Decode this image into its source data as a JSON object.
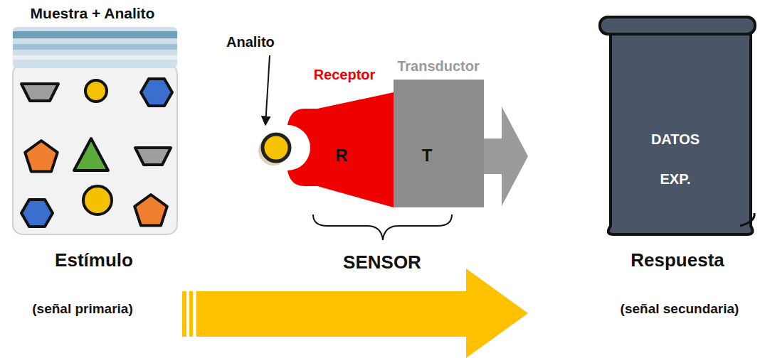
{
  "diagram": {
    "nodes": [
      {
        "text": [
          "Muestra + Analito"
        ]
      },
      {
        "text": [
          "Receptor",
          "R"
        ]
      },
      {
        "text": [
          "Transductor",
          "T"
        ]
      },
      {
        "text": [
          "DATOS EXP."
        ]
      }
    ],
    "labels": [
      "Analito",
      "Estímulo",
      "(señal primaria)",
      "SENSOR",
      "Respuesta",
      "(señal secundaria)"
    ]
  }
}
